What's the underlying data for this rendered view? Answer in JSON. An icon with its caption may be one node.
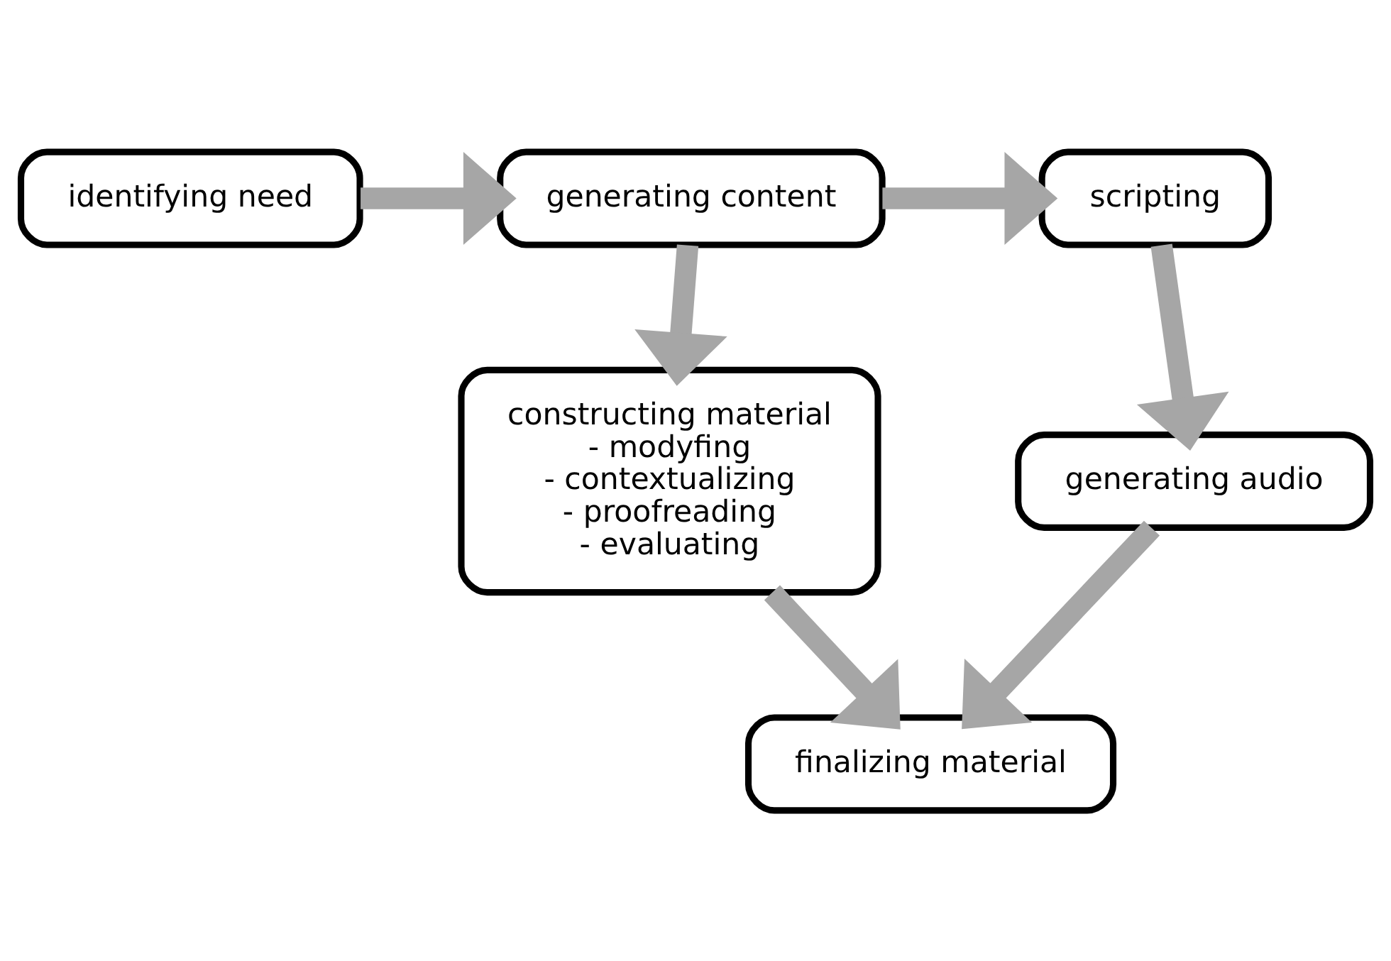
{
  "diagram": {
    "nodes": [
      {
        "text": [
          "identifying need"
        ]
      },
      {
        "text": [
          "generating content"
        ]
      },
      {
        "text": [
          "scripting"
        ]
      },
      {
        "text": [
          "constructing material",
          "- modyfing",
          "- contextualizing",
          "- proofreading",
          "- evaluating"
        ]
      },
      {
        "text": [
          "generating audio"
        ]
      },
      {
        "text": [
          "finalizing material"
        ]
      }
    ],
    "edges": [
      {
        "from": 0,
        "to": 1,
        "arrow": "to"
      },
      {
        "from": 1,
        "to": 2,
        "arrow": "to"
      },
      {
        "from": 1,
        "to": 3,
        "arrow": "to"
      },
      {
        "from": 2,
        "to": 4,
        "arrow": "to"
      },
      {
        "from": 3,
        "to": 5,
        "arrow": "to"
      },
      {
        "from": 4,
        "to": 5,
        "arrow": "to"
      }
    ]
  }
}
